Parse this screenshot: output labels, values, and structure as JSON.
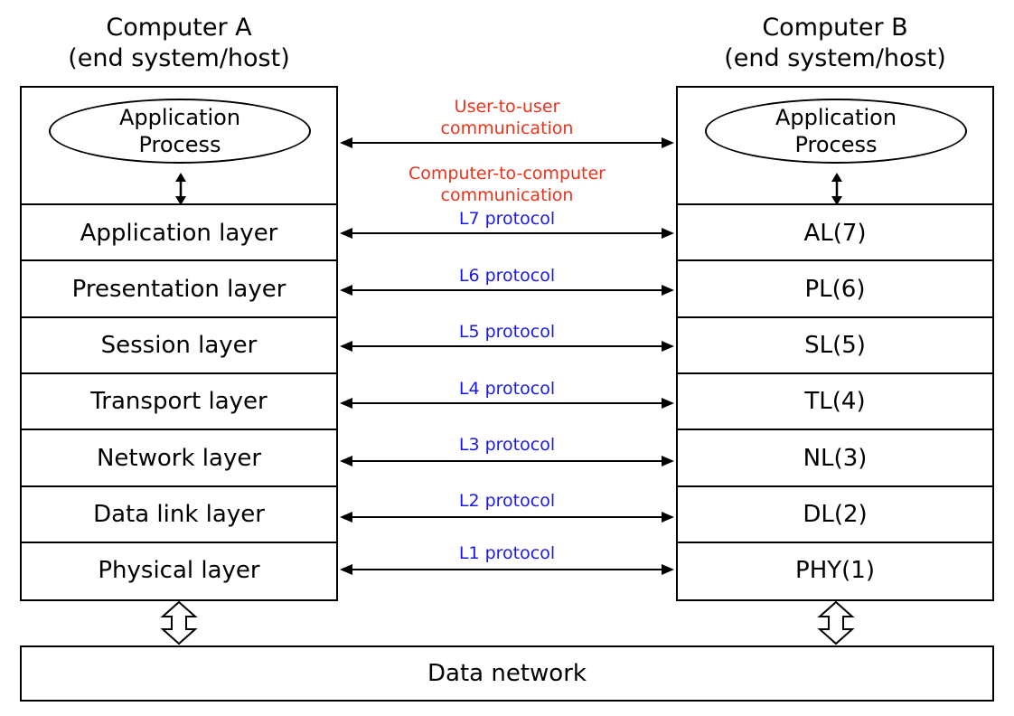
{
  "computer_a": {
    "title_line1": "Computer A",
    "title_line2": "(end system/host)",
    "process_line1": "Application",
    "process_line2": "Process",
    "layers": [
      "Application layer",
      "Presentation layer",
      "Session layer",
      "Transport layer",
      "Network layer",
      "Data link layer",
      "Physical layer"
    ]
  },
  "computer_b": {
    "title_line1": "Computer B",
    "title_line2": "(end system/host)",
    "process_line1": "Application",
    "process_line2": "Process",
    "layers": [
      "AL(7)",
      "PL(6)",
      "SL(5)",
      "TL(4)",
      "NL(3)",
      "DL(2)",
      "PHY(1)"
    ]
  },
  "communication": {
    "user_line1": "User-to-user",
    "user_line2": "communication",
    "computer_line1": "Computer-to-computer",
    "computer_line2": "communication"
  },
  "protocols": [
    "L7 protocol",
    "L6 protocol",
    "L5 protocol",
    "L4 protocol",
    "L3 protocol",
    "L2 protocol",
    "L1 protocol"
  ],
  "network_label": "Data network",
  "colors": {
    "red_label": "#e8351c",
    "blue_label": "#1a1ae6",
    "line": "#000000"
  }
}
